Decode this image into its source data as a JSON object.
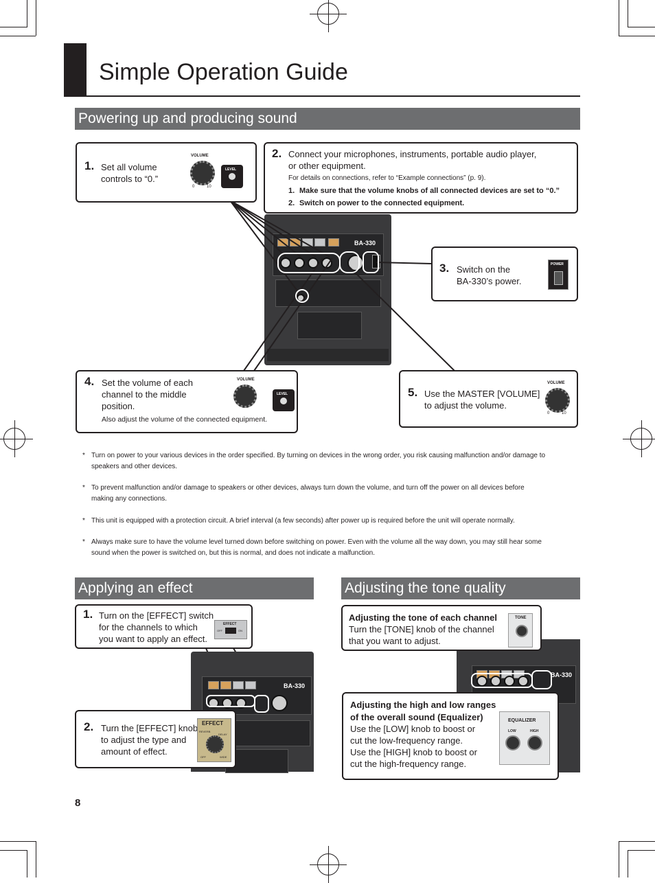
{
  "page": {
    "title": "Simple Operation Guide",
    "page_number": "8"
  },
  "section_power": {
    "heading": "Powering up and producing sound",
    "step1": {
      "num": "1.",
      "line1": "Set all volume",
      "line2": "controls to “0.”"
    },
    "step2": {
      "num": "2.",
      "line1": "Connect your microphones, instruments, portable audio player,",
      "line2": "or other equipment.",
      "ref": "For details on connections, refer to “Example connections” (p. 9).",
      "sub1_num": "1.",
      "sub1": "Make sure that the volume knobs of all connected devices are set to “0.”",
      "sub2_num": "2.",
      "sub2": "Switch on power to the connected equipment."
    },
    "step3": {
      "num": "3.",
      "line1": "Switch on the",
      "line2": "BA-330’s power."
    },
    "step4": {
      "num": "4.",
      "line1": "Set the volume of each",
      "line2": "channel to the middle",
      "line3": "position.",
      "note": "Also adjust the volume of the connected equipment."
    },
    "step5": {
      "num": "5.",
      "line1": "Use the MASTER [VOLUME]",
      "line2": "to adjust the volume."
    },
    "icons": {
      "volume_label": "VOLUME",
      "level_label": "LEVEL",
      "power_label": "POWER",
      "scale_min": "0",
      "scale_max": "10",
      "model": "BA-330"
    }
  },
  "notes": [
    {
      "mark": "*",
      "line1": "Turn on power to your various devices in the order specified. By turning on devices in the wrong order, you risk causing malfunction and/or damage to",
      "line2": "speakers and other devices."
    },
    {
      "mark": "*",
      "line1": "To prevent malfunction and/or damage to speakers or other devices, always turn down the volume, and turn off the power on all devices before",
      "line2": "making any connections."
    },
    {
      "mark": "*",
      "line1": "This unit is equipped with a protection circuit. A brief interval (a few seconds) after power up is required before the unit will operate normally.",
      "line2": ""
    },
    {
      "mark": "*",
      "line1": "Always make sure to have the volume level turned down before switching on power. Even with the volume all the way down, you may still hear some",
      "line2": "sound when the power is switched on, but this is normal, and does not indicate a malfunction."
    }
  ],
  "section_effect": {
    "heading": "Applying an effect",
    "step1": {
      "num": "1.",
      "line1": "Turn on the [EFFECT] switch",
      "line2": "for the channels to which",
      "line3": "you want to apply an effect."
    },
    "step2": {
      "num": "2.",
      "line1": "Turn the [EFFECT] knob",
      "line2": "to adjust the type and",
      "line3": "amount of effect."
    },
    "icons": {
      "effect_label": "EFFECT",
      "off": "OFF",
      "on": "ON",
      "reverb": "REVERB",
      "delay": "DELAY",
      "off_low": "OFF",
      "wide": "WIDE"
    }
  },
  "section_tone": {
    "heading": "Adjusting the tone quality",
    "channel": {
      "heading": "Adjusting the tone of each channel",
      "line1": "Turn the [TONE] knob of the channel",
      "line2": "that you want to adjust."
    },
    "eq": {
      "heading1": "Adjusting the high and low ranges",
      "heading2": "of the overall sound (Equalizer)",
      "line1": "Use the [LOW] knob to boost or",
      "line2": "cut the low-frequency range.",
      "line3": "Use the [HIGH] knob to boost or",
      "line4": "cut the high-frequency range."
    },
    "icons": {
      "tone_label": "TONE",
      "eq_label": "EQUALIZER",
      "low": "LOW",
      "high": "HIGH"
    }
  }
}
